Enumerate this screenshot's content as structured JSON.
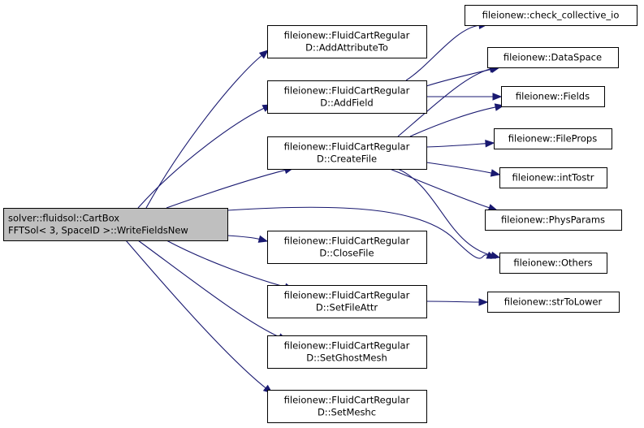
{
  "graph": {
    "colors": {
      "edge": "#191970",
      "root_fill": "#bfbfbf",
      "node_fill": "#ffffff",
      "border": "#000000"
    },
    "nodes": [
      {
        "id": "root",
        "lines": [
          "solver::fluidsol::CartBox",
          "FFTSol< 3, SpaceID >::WriteFieldsNew"
        ],
        "root": true
      },
      {
        "id": "addattr",
        "lines": [
          "fileionew::FluidCartRegular",
          "D::AddAttributeTo"
        ]
      },
      {
        "id": "addfield",
        "lines": [
          "fileionew::FluidCartRegular",
          "D::AddField"
        ]
      },
      {
        "id": "createfile",
        "lines": [
          "fileionew::FluidCartRegular",
          "D::CreateFile"
        ]
      },
      {
        "id": "closefile",
        "lines": [
          "fileionew::FluidCartRegular",
          "D::CloseFile"
        ]
      },
      {
        "id": "setfileattr",
        "lines": [
          "fileionew::FluidCartRegular",
          "D::SetFileAttr"
        ]
      },
      {
        "id": "setghostmesh",
        "lines": [
          "fileionew::FluidCartRegular",
          "D::SetGhostMesh"
        ]
      },
      {
        "id": "setmeshc",
        "lines": [
          "fileionew::FluidCartRegular",
          "D::SetMeshc"
        ]
      },
      {
        "id": "checkio",
        "lines": [
          "fileionew::check_collective_io"
        ]
      },
      {
        "id": "dataspace",
        "lines": [
          "fileionew::DataSpace"
        ]
      },
      {
        "id": "fields",
        "lines": [
          "fileionew::Fields"
        ]
      },
      {
        "id": "fileprops",
        "lines": [
          "fileionew::FileProps"
        ]
      },
      {
        "id": "inttostr",
        "lines": [
          "fileionew::intTostr"
        ]
      },
      {
        "id": "physparams",
        "lines": [
          "fileionew::PhysParams"
        ]
      },
      {
        "id": "others",
        "lines": [
          "fileionew::Others"
        ]
      },
      {
        "id": "strtolower",
        "lines": [
          "fileionew::strToLower"
        ]
      }
    ],
    "edges": [
      [
        "root",
        "addattr"
      ],
      [
        "root",
        "addfield"
      ],
      [
        "root",
        "createfile"
      ],
      [
        "root",
        "closefile"
      ],
      [
        "root",
        "setfileattr"
      ],
      [
        "root",
        "setghostmesh"
      ],
      [
        "root",
        "setmeshc"
      ],
      [
        "root",
        "others"
      ],
      [
        "addfield",
        "checkio"
      ],
      [
        "addfield",
        "dataspace"
      ],
      [
        "addfield",
        "fields"
      ],
      [
        "createfile",
        "dataspace"
      ],
      [
        "createfile",
        "fields"
      ],
      [
        "createfile",
        "fileprops"
      ],
      [
        "createfile",
        "inttostr"
      ],
      [
        "createfile",
        "physparams"
      ],
      [
        "createfile",
        "others"
      ],
      [
        "setfileattr",
        "strtolower"
      ]
    ]
  }
}
